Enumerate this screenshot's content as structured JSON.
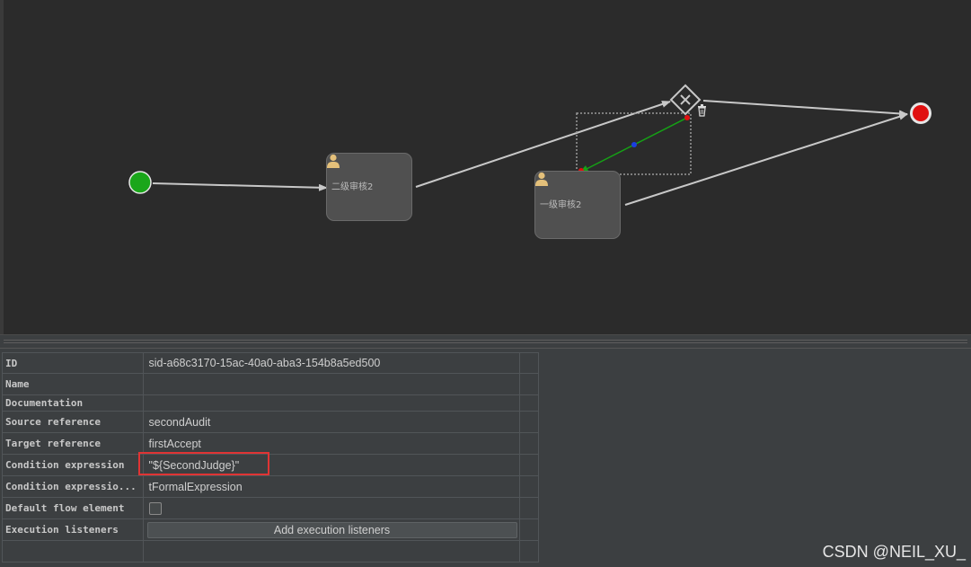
{
  "diagram": {
    "tasks": [
      {
        "id": "second-audit",
        "label": "二级审核2"
      },
      {
        "id": "first-accept",
        "label": "一级审核2"
      }
    ],
    "icons": {
      "start_event": "start-event-icon",
      "end_event": "end-event-icon",
      "gateway": "exclusive-gateway-icon",
      "user_task": "user-icon",
      "delete": "trash-icon"
    },
    "colors": {
      "start": "#1aa61a",
      "end": "#e01010",
      "selected_flow": "#16a016",
      "midpoint": "#1a3ee0",
      "handle": "#e01010",
      "flow": "#c8c8c8"
    }
  },
  "properties": {
    "rows": [
      {
        "name": "ID",
        "value": "sid-a68c3170-15ac-40a0-aba3-154b8a5ed500"
      },
      {
        "name": "Name",
        "value": ""
      },
      {
        "name": "Documentation",
        "value": ""
      },
      {
        "name": "Source reference",
        "value": "secondAudit"
      },
      {
        "name": "Target reference",
        "value": "firstAccept"
      },
      {
        "name": "Condition expression",
        "value": "\"${SecondJudge}\""
      },
      {
        "name": "Condition expressio...",
        "value": "tFormalExpression"
      },
      {
        "name": "Default flow element",
        "value": ""
      },
      {
        "name": "Execution listeners",
        "value": "Add execution listeners"
      }
    ]
  },
  "watermark": "CSDN @NEIL_XU_"
}
